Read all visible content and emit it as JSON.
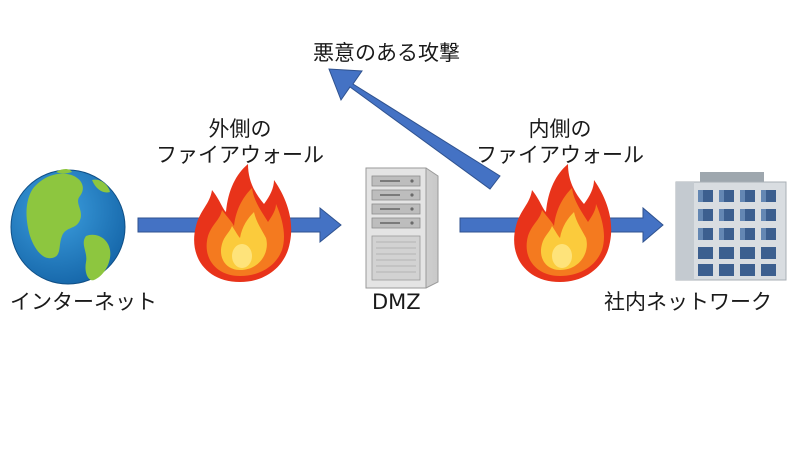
{
  "labels": {
    "internet": "インターネット",
    "outer_firewall_line1": "外側の",
    "outer_firewall_line2": "ファイアウォール",
    "dmz": "DMZ",
    "inner_firewall_line1": "内側の",
    "inner_firewall_line2": "ファイアウォール",
    "internal_network": "社内ネットワーク",
    "malicious_attack": "悪意のある攻撃"
  },
  "colors": {
    "arrow_fill": "#4472C4",
    "arrow_stroke": "#2F528F",
    "flame_outer": "#E8331A",
    "flame_mid": "#F47A1F",
    "flame_inner": "#FBCB3C",
    "globe_ocean": "#1E7FC4",
    "globe_land": "#8DC63F",
    "server_body": "#DCDCDC",
    "building_window": "#3C5F8F"
  },
  "icons": [
    "globe-icon",
    "flame-icon",
    "server-icon",
    "building-icon"
  ]
}
